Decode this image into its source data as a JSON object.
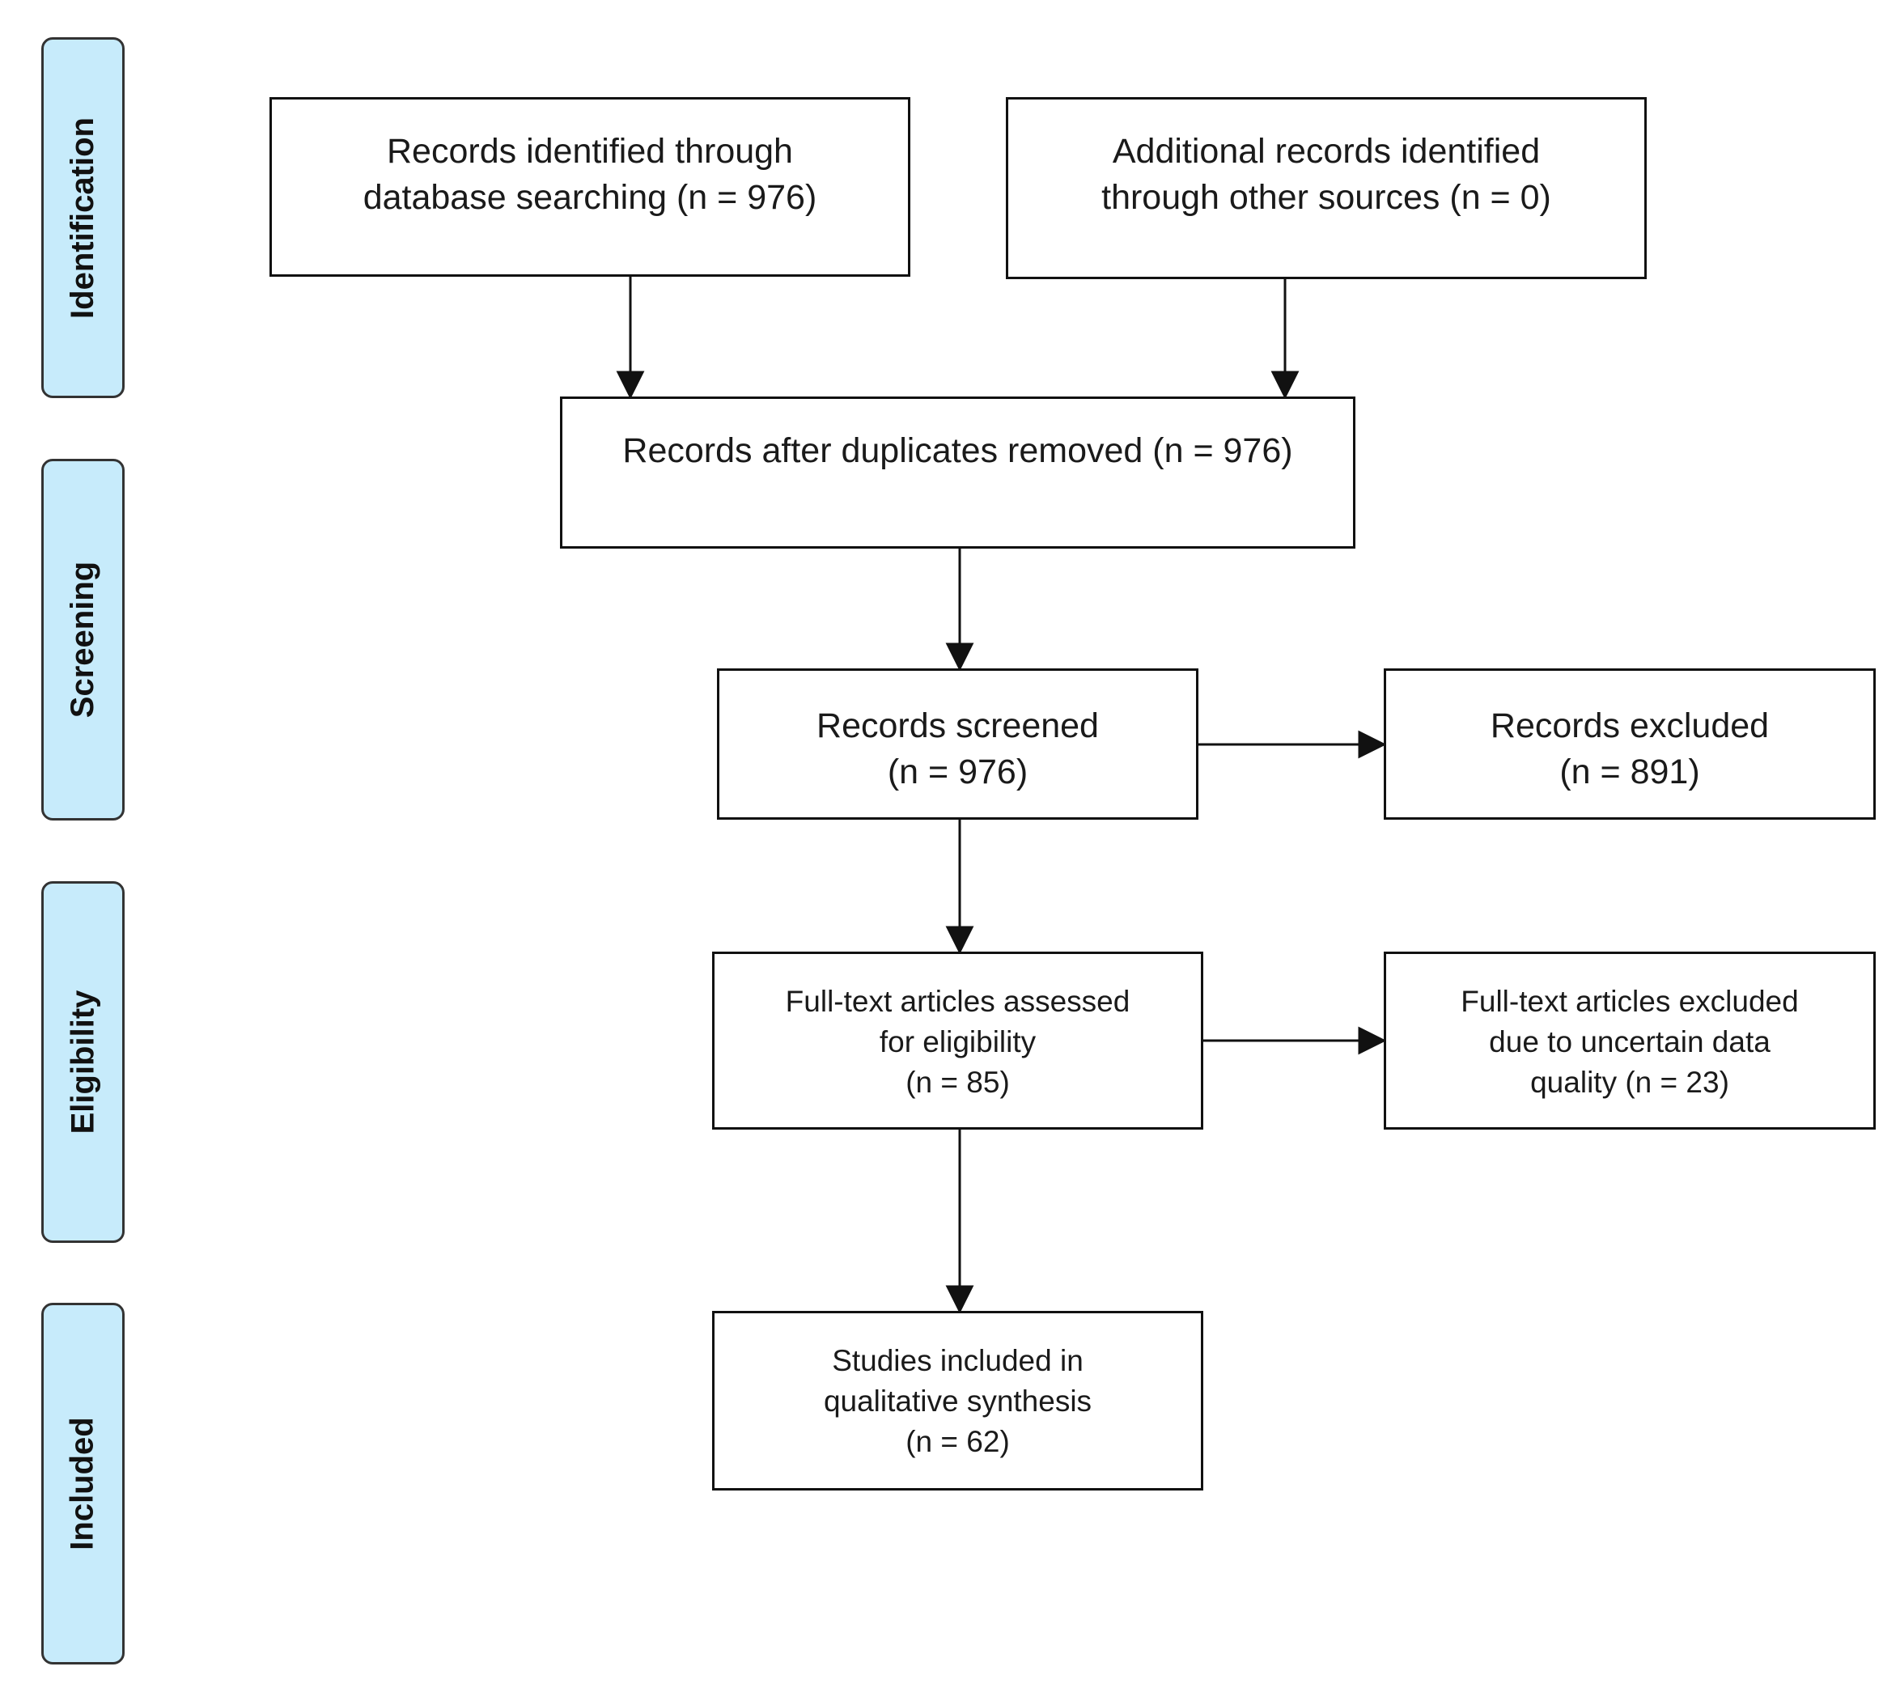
{
  "phases": {
    "identification": "Identification",
    "screening": "Screening",
    "eligibility": "Eligibility",
    "included": "Included"
  },
  "boxes": {
    "db_search": {
      "lines": [
        "Records identified through",
        "database searching (n = 976)"
      ]
    },
    "other_sources": {
      "lines": [
        "Additional records identified",
        "through other sources (n = 0)"
      ]
    },
    "dedup": {
      "lines": [
        "Records after duplicates removed (n = 976)"
      ]
    },
    "screened": {
      "lines": [
        "Records screened",
        "(n = 976)"
      ]
    },
    "excluded": {
      "lines": [
        "Records excluded",
        "(n = 891)"
      ]
    },
    "fulltext": {
      "lines": [
        "Full-text articles assessed",
        "for eligibility",
        "(n = 85)"
      ]
    },
    "fulltext_excluded": {
      "lines": [
        "Full-text articles excluded",
        "due to uncertain data",
        "quality (n = 23)"
      ]
    },
    "included": {
      "lines": [
        "Studies included in",
        "qualitative synthesis",
        "(n = 62)"
      ]
    }
  },
  "colors": {
    "phase_fill": "#c7ebfb",
    "stroke": "#111111"
  }
}
